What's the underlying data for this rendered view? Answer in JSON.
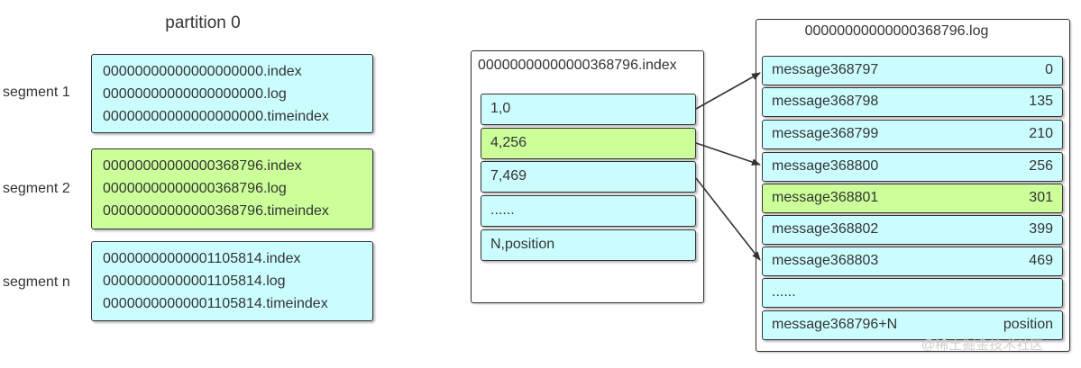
{
  "partition": {
    "title": "partition 0"
  },
  "segments": [
    {
      "label": "segment 1",
      "files": [
        "00000000000000000000.index",
        "00000000000000000000.log",
        "00000000000000000000.timeindex"
      ],
      "color": "#ccfdfe"
    },
    {
      "label": "segment 2",
      "files": [
        "00000000000000368796.index",
        "00000000000000368796.log",
        "00000000000000368796.timeindex"
      ],
      "color": "#ccff99"
    },
    {
      "label": "segment n",
      "files": [
        "00000000000001105814.index",
        "00000000000001105814.log",
        "00000000000001105814.timeindex"
      ],
      "color": "#ccfdfe"
    }
  ],
  "index_file": {
    "title": "00000000000000368796.index",
    "entries": [
      "1,0",
      "4,256",
      "7,469",
      "......",
      "N,position"
    ]
  },
  "log_file": {
    "title": "00000000000000368796.log",
    "entries": [
      {
        "message": "message368797",
        "position": "0"
      },
      {
        "message": "message368798",
        "position": "135"
      },
      {
        "message": "message368799",
        "position": "210"
      },
      {
        "message": "message368800",
        "position": "256"
      },
      {
        "message": "message368801",
        "position": "301"
      },
      {
        "message": "message368802",
        "position": "399"
      },
      {
        "message": "message368803",
        "position": "469"
      },
      {
        "message": "......",
        "position": ""
      },
      {
        "message": "message368796+N",
        "position": "position"
      }
    ]
  },
  "colors": {
    "highlight": "#ccff99",
    "default": "#ccfdfe",
    "border": "#333333"
  },
  "watermark": "@稀土掘金技术社区"
}
